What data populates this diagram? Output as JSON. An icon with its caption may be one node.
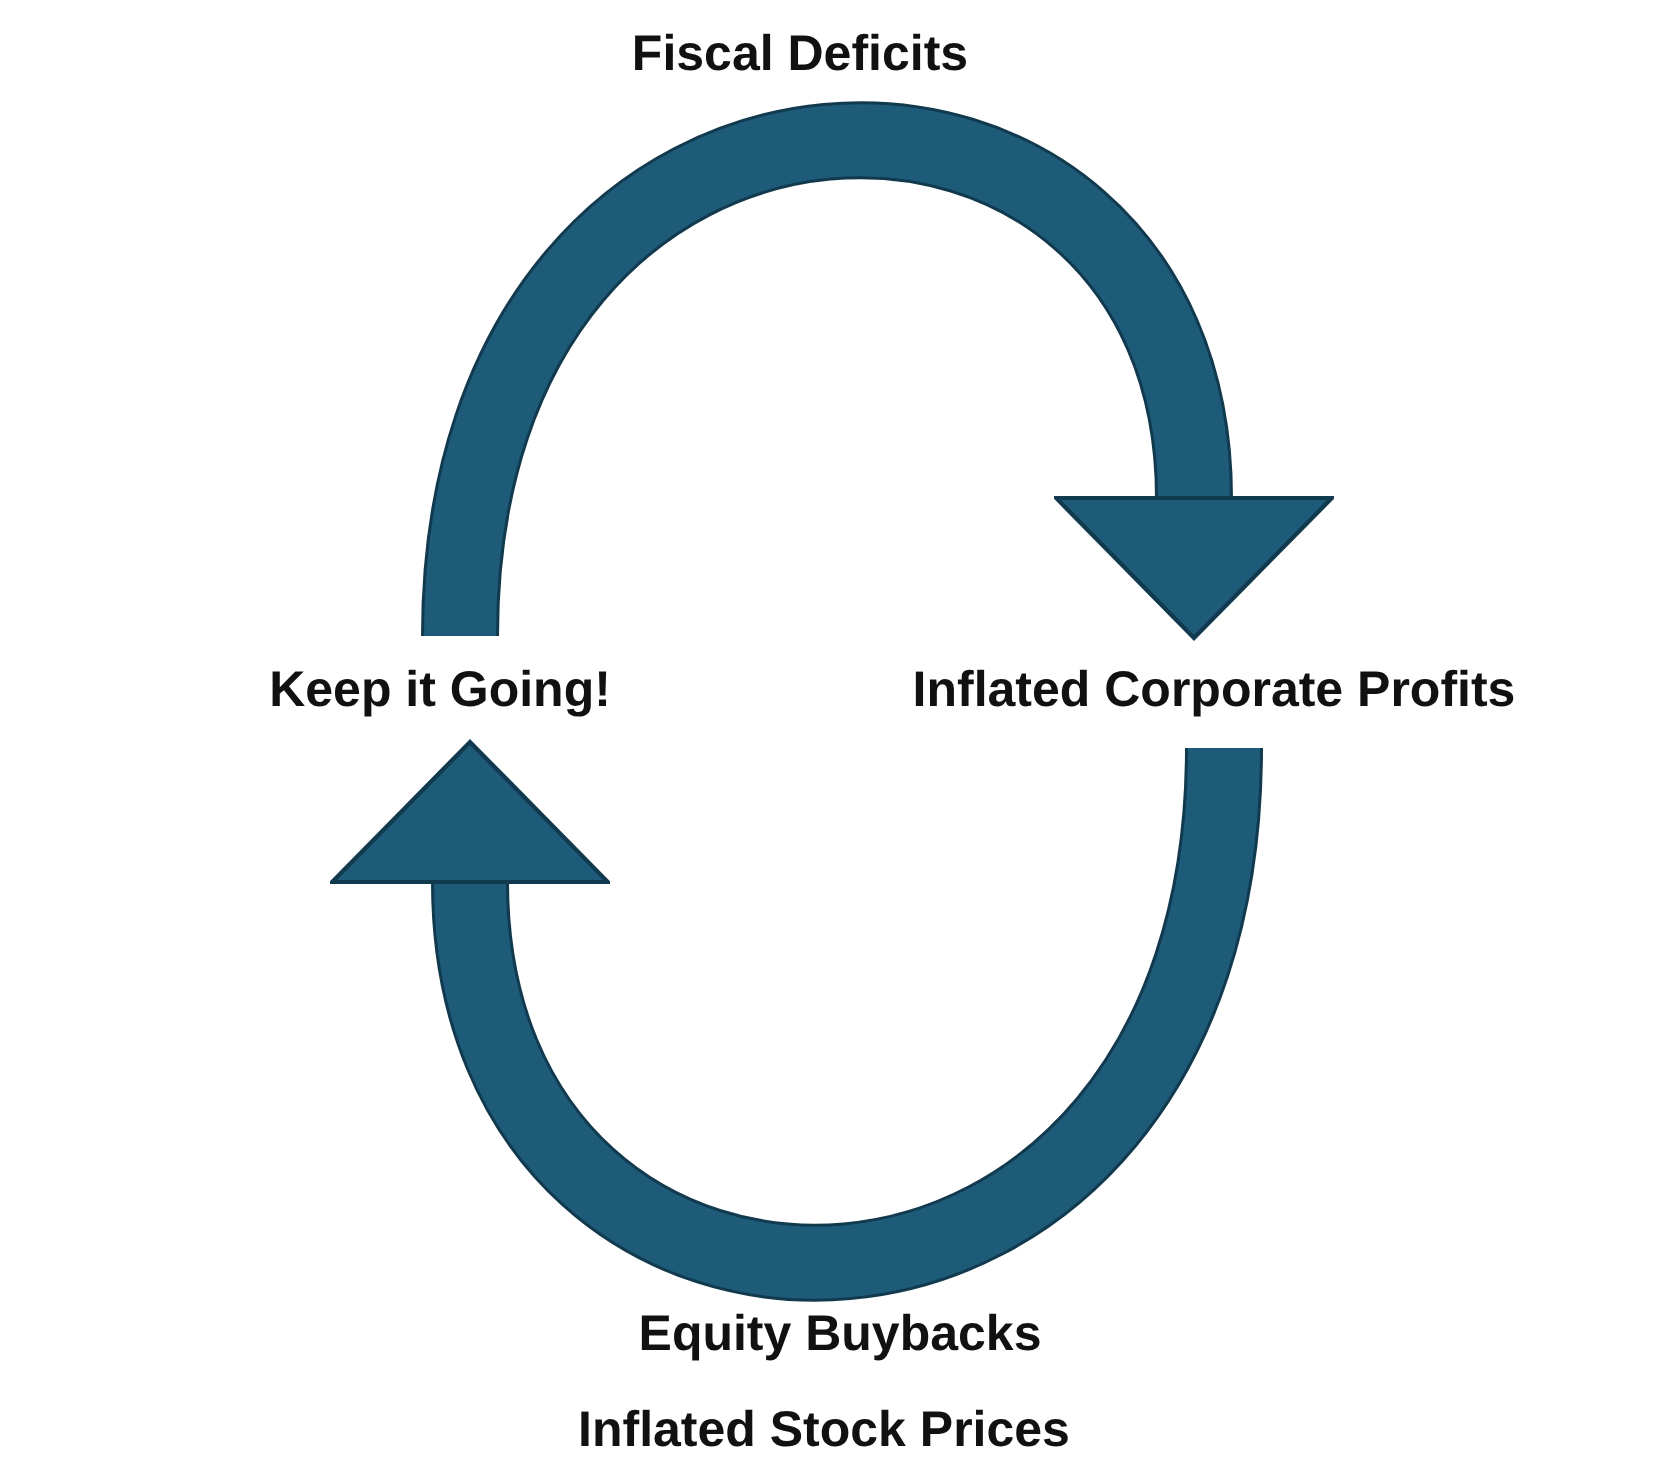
{
  "diagram": {
    "nodes": [
      {
        "text": [
          "Keep it Going!"
        ]
      },
      {
        "text": [
          "Inflated Corporate Profits"
        ]
      }
    ],
    "edges": [
      {
        "from": 0,
        "to": 1,
        "arrow": "to"
      },
      {
        "from": 1,
        "to": 0,
        "arrow": "to"
      }
    ],
    "labels": [
      "Fiscal Deficits",
      "Equity Buybacks",
      "Inflated Stock Prices"
    ]
  }
}
